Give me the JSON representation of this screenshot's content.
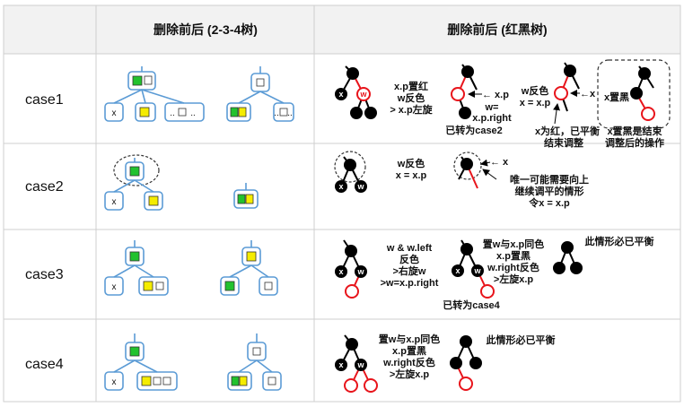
{
  "headers": {
    "col_234": "删除前后 (2-3-4树)",
    "col_rb": "删除前后 (红黑树)"
  },
  "cases": [
    "case1",
    "case2",
    "case3",
    "case4"
  ],
  "labels": {
    "x": "x",
    "w": "w",
    "dots_left": "..",
    "dots_right": ".."
  },
  "case1": {
    "step1": [
      "x.p置红",
      "w反色",
      "> x.p左旋"
    ],
    "arrow_xp": "← x.p",
    "w_is": [
      "w=",
      "x.p.right"
    ],
    "converted": "已转为case2",
    "step2": [
      "w反色",
      "x = x.p"
    ],
    "arrow_x": "←x",
    "x_red": [
      "x为红，已平衡",
      "结束调整"
    ],
    "box_title": "x置黑",
    "box_note": [
      "x置黑是结束",
      "调整后的操作"
    ]
  },
  "case2": {
    "step": [
      "w反色",
      "x = x.p"
    ],
    "arrow_x": "← x",
    "note": [
      "唯一可能需要向上",
      "继续调平的情形",
      "令x = x.p"
    ]
  },
  "case3": {
    "step1": [
      "w & w.left",
      "反色",
      ">右旋w",
      ">w=x.p.right"
    ],
    "converted": "已转为case4",
    "step2": [
      "置w与x.p同色",
      "x.p置黑",
      "w.right反色",
      ">左旋x.p"
    ],
    "balanced": "此情形必已平衡"
  },
  "case4": {
    "step": [
      "置w与x.p同色",
      "x.p置黑",
      "w.right反色",
      ">左旋x.p"
    ],
    "balanced": "此情形必已平衡"
  },
  "colors": {
    "border": "#cfcfcf",
    "header_bg": "#f2f2f2",
    "node_blue": "#5b9bd5",
    "key_green": "#22c22e",
    "key_yellow": "#f5ec00",
    "red": "#e8141b",
    "black": "#000000"
  }
}
